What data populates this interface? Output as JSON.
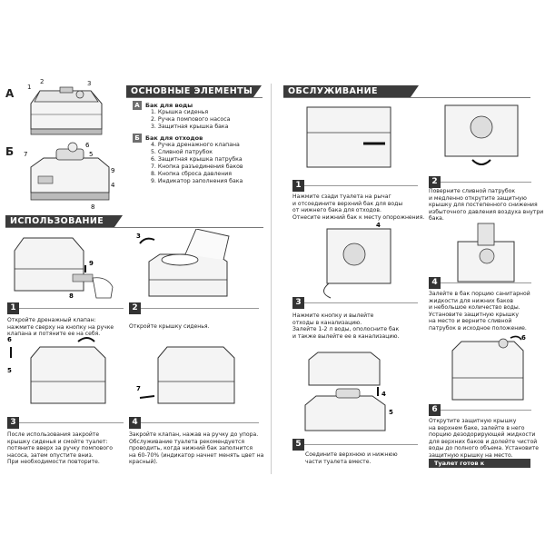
{
  "sections": {
    "elements": "ОСНОВНЫЕ ЭЛЕМЕНТЫ",
    "usage": "ИСПОЛЬЗОВАНИЕ",
    "service": "ОБСЛУЖИВАНИЕ"
  },
  "diagram_labels": {
    "a": "А",
    "b": "Б",
    "a_callouts": [
      "1",
      "2",
      "3"
    ],
    "b_callouts": [
      "4",
      "5",
      "6",
      "7",
      "8",
      "9"
    ]
  },
  "elements": {
    "water_tank": {
      "marker": "А",
      "title": "Бак для воды",
      "items": [
        "1. Крышка сиденья",
        "2. Ручка помпового насоса",
        "3. Защитная крышка бака"
      ]
    },
    "waste_tank": {
      "marker": "Б",
      "title": "Бак для отходов",
      "items": [
        "4. Ручка дренажного клапана",
        "5. Сливной патрубок",
        "6. Защитная крышка патрубка",
        "7. Кнопка разъединения баков",
        "8. Кнопка сброса давления",
        "9. Индикатор заполнения бака"
      ]
    }
  },
  "usage_steps": [
    {
      "num": "1",
      "lines": [
        "Откройте дренажный клапан:",
        "нажмите сверху на кнопку на ручке",
        "клапана и потяните ее на себя."
      ],
      "callouts": [
        "9",
        "8"
      ]
    },
    {
      "num": "2",
      "lines": [
        "Откройте крышку сиденья."
      ],
      "callouts": [
        "3"
      ]
    },
    {
      "num": "3",
      "lines": [
        "После использования закройте",
        "крышку сиденья и смойте туалет:",
        "потяните вверх за ручку помпового",
        "насоса, затем опустите вниз.",
        "При необходимости повторите."
      ],
      "callouts": [
        "6",
        "5"
      ]
    },
    {
      "num": "4",
      "lines": [
        "Закройте клапан, нажав на ручку до упора.",
        "Обслуживание туалета рекомендуется",
        "проводить, когда нижний бак заполнится",
        "на 60-70% (индикатор начнет менять цвет на",
        "красный)."
      ],
      "callouts": [
        "7"
      ]
    }
  ],
  "service_steps": [
    {
      "num": "1",
      "lines": [
        "Нажмите сзади туалета на рычаг",
        "и отсоедините верхний бак для воды",
        "от нижнего бака для отходов.",
        "Отнесите нижний бак к месту опорожнения."
      ],
      "callouts": []
    },
    {
      "num": "2",
      "lines": [
        "Поверните сливной патрубок",
        "и медленно открутите защитную",
        "крышку для постепенного снижения",
        "избыточного давления воздуха внутри",
        "бака."
      ],
      "callouts": []
    },
    {
      "num": "3",
      "lines": [
        "Нажмите кнопку и вылейте",
        "отходы в канализацию.",
        "Залейте 1-2 л воды, ополосните бак",
        "и также вылейте ее в канализацию."
      ],
      "callouts": [
        "4"
      ]
    },
    {
      "num": "4",
      "lines": [
        "Залейте в бак порцию санитарной",
        "жидкости для нижних баков",
        "и небольшое количество воды.",
        "Установите защитную крышку",
        "на место и верните сливной",
        "патрубок в исходное положение."
      ],
      "callouts": []
    },
    {
      "num": "5",
      "lines": [
        "Соедините верхнюю и нижнюю",
        "части туалета вместе."
      ],
      "callouts": [
        "4",
        "5"
      ]
    },
    {
      "num": "6",
      "lines": [
        "Открутите защитную крышку",
        "на верхнем баке, залейте в него",
        "порцию дезодорирующей жидкости",
        "для верхних баков и долейте чистой",
        "воды до полного объема. Установите",
        "защитную крышку на место."
      ],
      "callouts": [
        "6"
      ]
    }
  ],
  "ready_banner": "Туалет готов к использованию."
}
